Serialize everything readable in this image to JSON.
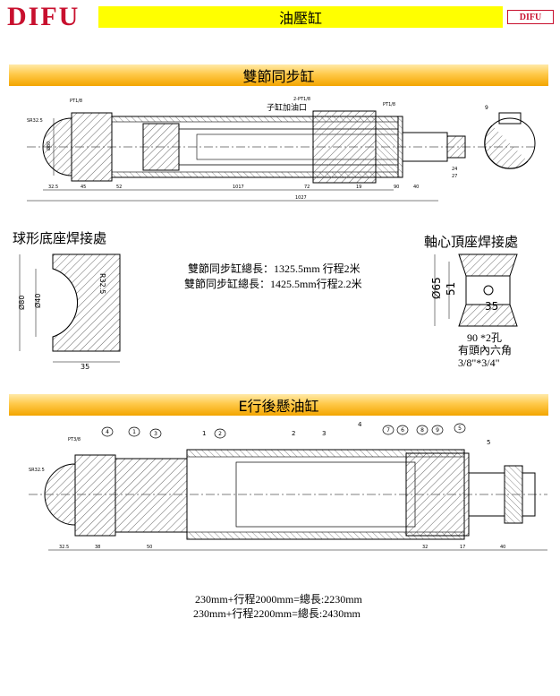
{
  "header": {
    "brand": "DIFU",
    "title": "油壓缸",
    "logo_text": "DIFU"
  },
  "section1": {
    "title": "雙節同步缸",
    "drawing_labels": {
      "child_port": "子缸加油口",
      "port_pt18": "PT1/8",
      "port_top": "2-PT1/8",
      "port_pt18_b": "PT1/8",
      "sr": "SR32.5",
      "dim_45": "45",
      "dim_52": "52",
      "dim_325": "32.5",
      "dim_1017": "1017",
      "dim_1027": "1027",
      "dim_72": "72",
      "dim_19": "19",
      "dim_90": "90",
      "dim_40": "40",
      "dim_9": "9",
      "dim_24": "24",
      "dim_27": "27",
      "dim_80": "Ø80"
    }
  },
  "ball_base": {
    "title": "球形底座焊接處",
    "r": "R32.5",
    "d80": "Ø80",
    "d40": "Ø40",
    "w35": "35"
  },
  "specs1": {
    "line1": "雙節同步缸總長：1325.5mm 行程2米",
    "line2": "雙節同步缸總長：1425.5mm行程2.2米"
  },
  "axle_top": {
    "title": "軸心頂座焊接處",
    "d65": "Ø65",
    "d51": "51",
    "w35": "35",
    "note1": "90 *2孔",
    "note2": "有頭內六角",
    "note3": "3/8\"*3/4\""
  },
  "section2": {
    "title": "E行後懸油缸",
    "drawing_labels": {
      "pt": "PT3/8",
      "sr": "SR32.5",
      "dim_325": "32.5",
      "dim_38": "38",
      "dim_50": "50",
      "dim_32": "32",
      "dim_17": "17",
      "dim_40": "40",
      "b1": "1",
      "b2": "2",
      "b3": "3",
      "b4": "4",
      "b5": "5",
      "c1": "1",
      "c2": "2",
      "c3": "3",
      "c4": "4",
      "c5": "5",
      "c6": "6",
      "c7": "7",
      "c8": "8",
      "c9": "9"
    }
  },
  "specs2": {
    "line1": "230mm+行程2000mm=總長:2230mm",
    "line2": "230mm+行程2200mm=總長:2430mm"
  }
}
